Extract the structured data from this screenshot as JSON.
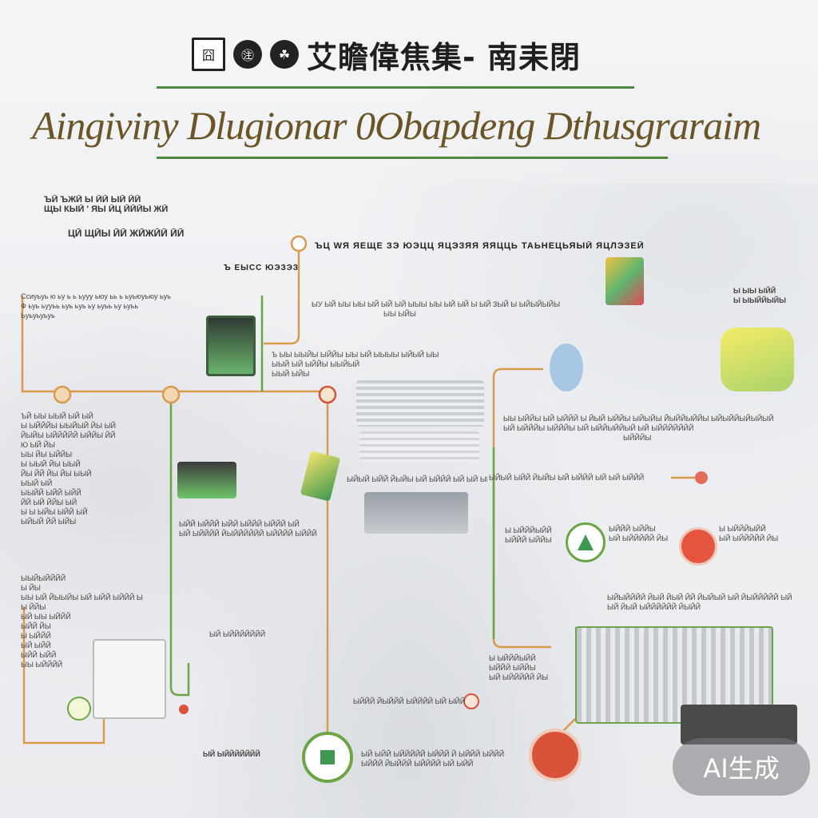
{
  "header": {
    "logos": [
      "囧",
      "㊟",
      "☘"
    ],
    "cn_title": "艾瞻偉焦集- 南耒閉",
    "en_title": "Aingiviny Dlugionar 0Obapdeng Dthusgraraim"
  },
  "sections": {
    "top_left_heading": [
      "ЪЙ ЪЖЙ Ы ЙЙ ЫЙ ЙЙ",
      "ЩЫ КЫЙ ' ЯЫ ЙЦ ЙЙЙЫ ЖЙ"
    ],
    "top_left_sub": "ЦЙ ЩЙЫ ЙЙ ЖЙЖЙЙ ЙЙ",
    "small_tag": "Ъ ЕЫСС ЮЭЗЭЗ",
    "banner": "ЪЦ WЯ ЯЕЩЕ ЗЭ ЮЭЦЦ  ЯЦЭЗЯЯ ЯЯЦЦЬ  ТАЬНЕЦЬЯЫЙ ЯЦЛЭЗЕЙ",
    "block_a": [
      "Ссиуьуь ю ьу ь ь ьууу ьюу ьь ь ьуьюуьюу ьуь",
      "Ф ьуь ьууьь ьуь ьуь ьу ьуьь ьу ьуьь",
      "Ьуьуьуьуь"
    ],
    "block_b": [
      "ЫУ ЫЙ ЫЫ ЫЫ ЫЙ ЫЙ ЫЙ ЫЫЫ ЫЫ ЫЙ ЫЙ Ы ЫЙ ЗЫЙ Ы ЫЙЫЙЫЙЫ",
      "ЫЫ ЫЙЫ"
    ],
    "block_c": [
      "Ъ ЫЫ ЫЫЙЫ ЫЙЙЫ ЫЫ ЫЙ ЫЫЫЫ ЫЙЫЙ ЫЫ",
      "ЫЫЙ ЫЙ ЫЙЙЫ ЫЫЙЫЙ",
      "ЫЫЙ ЫЙЫ"
    ],
    "block_left_mid": [
      "ЪЙ ЫЫ ЫЫЙ ЫЙ ЫЙ",
      "Ы ЫЙЙЙЫ ЫЫЙЫЙ ЙЫ ЫЙ",
      "ЙЫЙЫ ЫЙЙЙЙЙ ЫЙЙЫ ЙЙ",
      "Ю ЫЙ ЙЫ",
      "ЫЫ ЙЫ ЫЙЙЫ",
      "Ы ЫЫЙ ЙЫ ЫЫЙ",
      "ЙЫ ЙЙ ЙЫ ЙЫ ЫЫЙ",
      "ЫЫЙ ЫЙ",
      "ЫЫЙЙ ЫЙЙ ЫЙЙ",
      "ЙЙ ЫЙ ЙЙЫ ЫЙ",
      "Ы Ы ЫЙЫ ЫЙЙ ЫЙ",
      "ЫЙЫЙ ЙЙ ЫЙЫ"
    ],
    "block_left_low": [
      "ЫЫЙЫЙЙЙЙ",
      "Ы ЙЫ",
      "ЫЫ ЫЙ ЙЫЫЙЫ ЫЙ ЫЙЙ ЫЙЙЙ Ы",
      "Ы ЙЙЫ",
      "ЫЙ ЫЫ ЫЙЙЙ",
      "ЫЙЙ ЙЫ",
      "Ы ЫЙЙЙ",
      "ЫЙ ЫЙЙ",
      "ЫЙЙ ЫЙЙ",
      "ЫЫ ЫЙЙЙЙ"
    ],
    "right_top": [
      "Ы ЫЫ ЫЙЙ",
      "Ы ЫЫЙЙЫЙЫ"
    ],
    "right_mid": [
      "ЫЫ ЫЙЙЫ ЫЙ ЫЙЙЙ Ы ЙЫЙ ЫЙЙЫ ЫЙЫЙЫ ЙЫЙЙЫЙЙЫ ЫЙЫЙЙЫЙЫЙЫЙ",
      "ЫЙ ЫЙЙЙЫ   ЫЙЙЙЫ ЫЙ ЫЙЙЫЙЙЫЙ ЫЙ ЫЙЙЙЙЙЙЙ",
      "ЫЙЙЙЫ"
    ],
    "right_mid2": [
      "ЫЙЫЙ ЫЙЙ ЙЫЙЫ ЫЙ ЫЙЙЙ ЫЙ ЫЙ  ЫЙЙЙ"
    ],
    "right_nodes": [
      "Ы ЫЙЙЙЫЙЙ",
      "ЫЙЙЙ ЫЙЙЫ",
      "ЫЙ ЫЙЙЙЙЙ ЙЫ"
    ],
    "right_low": [
      "ЫЙЫЙЙЙЙ ЙЫЙ ЙЫЙ ЙЙ ЙЫЙЫЙ ЫЙ ЙЫЙЙЙЙЙ ЫЙ",
      "ЫЙ ЙЫЙ ЫЙЙЙЙЙЙ ЙЫЙЙ"
    ],
    "center_low": [
      "ЫЙЙ ЫЙЙЙ ЫЙЙ ЫЙЙЙ ЫЙЙЙ ЫЙ",
      "ЫЙ ЫЙЙЙЙ ЙЫЙЙЙЙЙЙ ЫЙЙЙЙ ЫЙЙЙ"
    ],
    "bottom": [
      "ЫЙ ЫЙЙЙЙЙЙЙ",
      "ЫЙЙЙ ЙЫЙЙЙ ЫЙЙЙЙ ЫЙ ЫЙЙ",
      "ЫЙ ЫЙЙ ЫЙЙЙЙЙ ЫЙЙЙ Й ЫЙЙЙ ЫЙЙЙ"
    ]
  },
  "badge": "AI生成",
  "colors": {
    "rule": "#4f8a3c",
    "line_orange": "#d99a4e",
    "line_green": "#6ca544",
    "node_red": "#d9533b",
    "title_brown": "#6b5526"
  }
}
